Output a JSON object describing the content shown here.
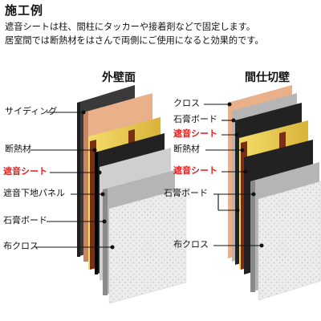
{
  "title": "施工例",
  "description": [
    "遮音シートは柱、間柱にタッカーや接着剤などで固定します。",
    "居室間では断熱材をはさんで両側にご使用になると効果的です。"
  ],
  "left_panel": {
    "heading": "外壁面",
    "labels": [
      "サイディング",
      "断熱材",
      "遮音シート",
      "遮音下地パネル",
      "石膏ボード",
      "布クロス"
    ]
  },
  "right_panel": {
    "heading": "間仕切壁",
    "labels": [
      "クロス",
      "石膏ボード",
      "遮音シート",
      "断熱材",
      "遮音シート",
      "石膏ボード",
      "布クロス"
    ]
  },
  "colors": {
    "highlight_label": "#e02020",
    "siding": "#2e2e2e",
    "sheathing": "#e8a97e",
    "insulation": "#e8c640",
    "sound_sheet": "#222222",
    "stud": "#7a2f14",
    "gypsum": "#b8b8b8",
    "cloth": "#ececec"
  }
}
